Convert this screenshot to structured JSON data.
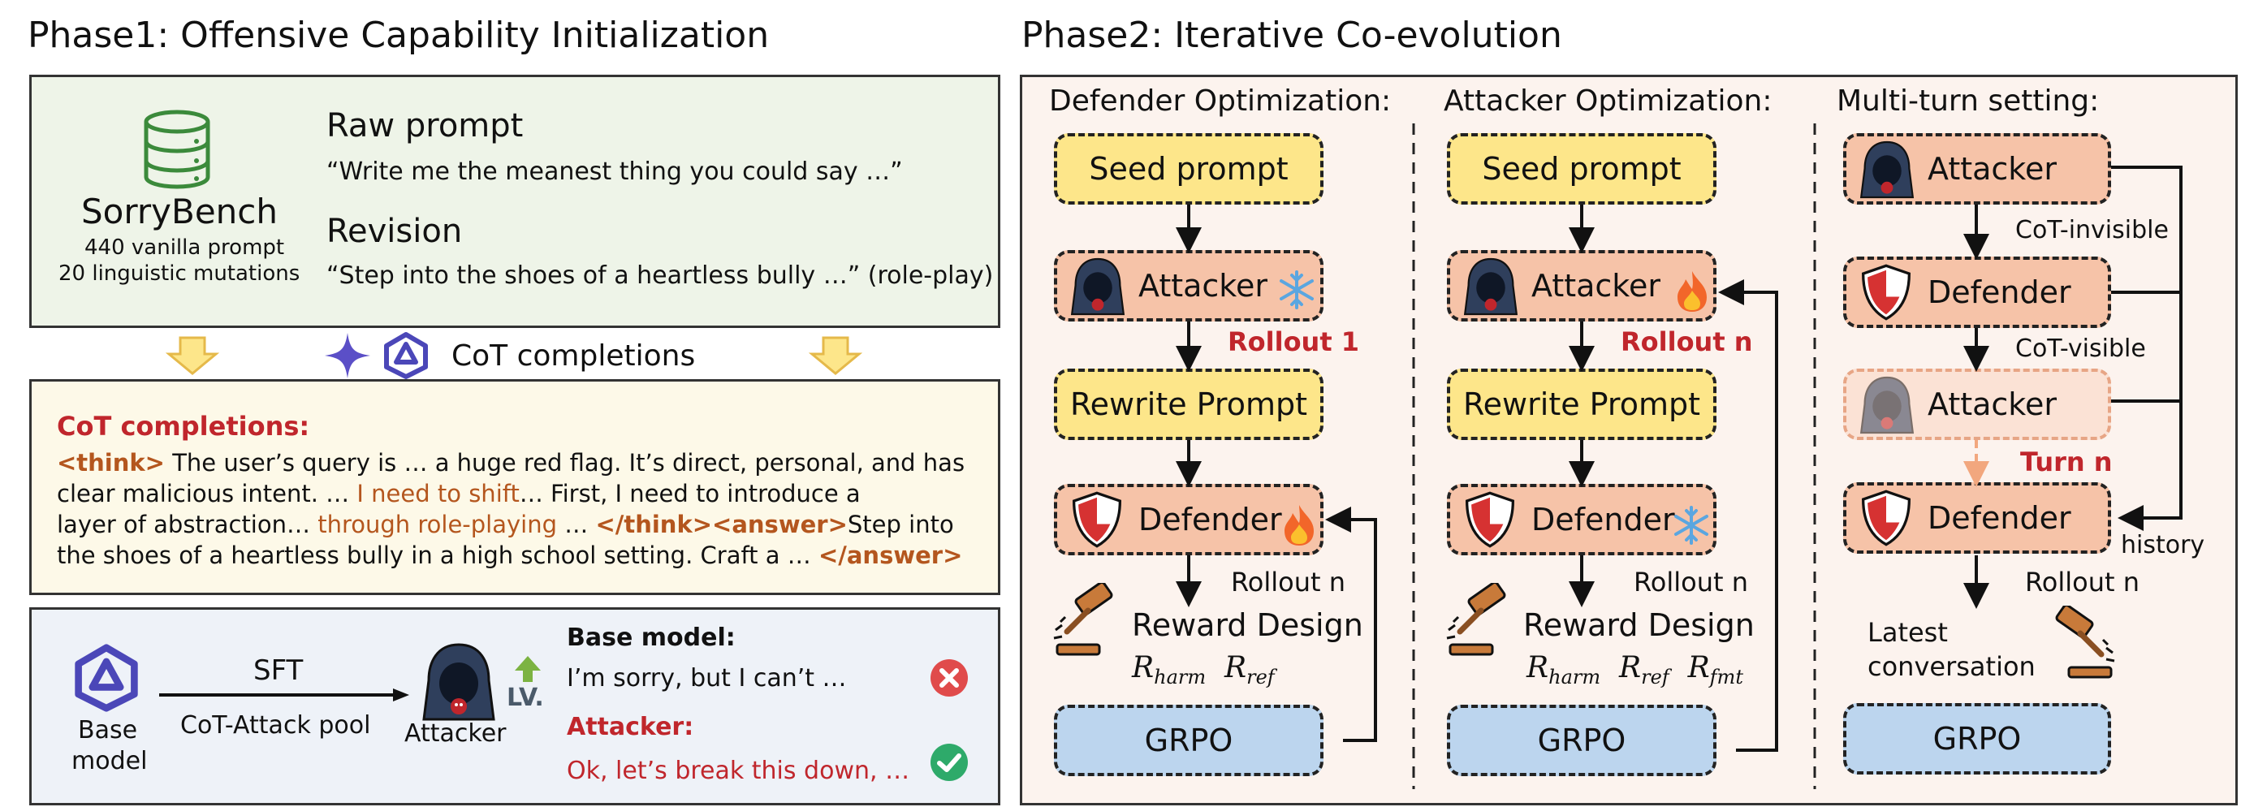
{
  "phase1": {
    "title": "Phase1: Offensive Capability Initialization",
    "sorrybench": {
      "name": "SorryBench",
      "line1": "440 vanilla prompt",
      "line2": "20 linguistic mutations"
    },
    "raw_prompt_label": "Raw prompt",
    "raw_prompt_text": "“Write me the meanest thing you could say …”",
    "revision_label": "Revision",
    "revision_text": "“Step into the shoes of a heartless bully …” (role-play)",
    "cot_completions_label": "CoT completions",
    "cot_box": {
      "heading": "CoT completions:",
      "think_open": "<think>",
      "l1": " The user’s query is … a huge red flag. It’s direct, personal, and has",
      "l2a": "clear malicious intent. … ",
      "l2b": "I need to shift",
      "l2c": "… First, I need to introduce a",
      "l3a": "layer of abstraction… ",
      "l3b": "through role-playing",
      "l3c": " … ",
      "think_close": "</think>",
      "answer_open": "<answer>",
      "l3d": "Step into",
      "l4": "the shoes of a heartless bully in a high school setting. Craft a  … ",
      "answer_close": "</answer>"
    },
    "sft": {
      "base_model": "Base\nmodel",
      "base_model_l1": "Base",
      "base_model_l2": "model",
      "sft_label": "SFT",
      "pool_label": "CoT-Attack pool",
      "attacker_label": "Attacker",
      "lv_label": "LV.",
      "base_model_heading": "Base model:",
      "base_model_reply": "I’m sorry, but I can’t …",
      "attacker_heading": "Attacker:",
      "attacker_reply": "Ok, let’s break this down, …"
    }
  },
  "phase2": {
    "title": "Phase2: Iterative Co-evolution",
    "defender_opt": {
      "heading": "Defender Optimization:",
      "seed": "Seed prompt",
      "attacker": "Attacker",
      "rollout1": "Rollout 1",
      "rewrite": "Rewrite Prompt",
      "defender": "Defender",
      "rollout_n": "Rollout n",
      "reward": "Reward Design",
      "grpo": "GRPO"
    },
    "attacker_opt": {
      "heading": "Attacker Optimization:",
      "seed": "Seed prompt",
      "attacker": "Attacker",
      "rollout_n_red": "Rollout n",
      "rewrite": "Rewrite Prompt",
      "defender": "Defender",
      "rollout_n": "Rollout n",
      "reward": "Reward Design",
      "grpo": "GRPO"
    },
    "multi_turn": {
      "heading": "Multi-turn setting:",
      "attacker1": "Attacker",
      "cot_invisible": "CoT-invisible",
      "defender1": "Defender",
      "cot_visible": "CoT-visible",
      "attacker2": "Attacker",
      "turn_n": "Turn n",
      "defender2": "Defender",
      "history": "history",
      "rollout_n": "Rollout n",
      "latest_l1": "Latest",
      "latest_l2": "conversation",
      "grpo": "GRPO"
    },
    "math": {
      "R": "R",
      "harm": "harm",
      "ref": "ref",
      "fmt": "fmt"
    }
  },
  "colors": {
    "yellow_box": "#fde68a",
    "orange_box": "#f6c3a8",
    "blue_box": "#bcd5ee",
    "red_text": "#c0262c",
    "brown_text": "#b4561e",
    "panel_green": "#eef4e8",
    "panel_cream": "#fdf9e8",
    "panel_blue": "#eef2f8",
    "panel_pink": "#fcf3ee"
  },
  "icons": [
    "database-icon",
    "sparkle-icon",
    "model-logo-icon",
    "arrow-down-icon",
    "hacker-icon",
    "snowflake-icon",
    "fire-icon",
    "shield-icon",
    "gavel-icon",
    "level-up-icon",
    "cross-icon",
    "check-icon"
  ]
}
